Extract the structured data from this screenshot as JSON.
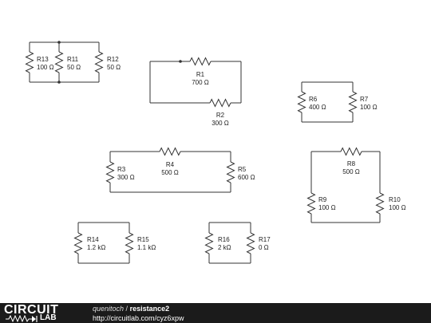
{
  "resistors": [
    {
      "name": "R13",
      "value": "100 Ω"
    },
    {
      "name": "R11",
      "value": "50 Ω"
    },
    {
      "name": "R12",
      "value": "50 Ω"
    },
    {
      "name": "R1",
      "value": "700 Ω"
    },
    {
      "name": "R2",
      "value": "300 Ω"
    },
    {
      "name": "R6",
      "value": "400 Ω"
    },
    {
      "name": "R7",
      "value": "100 Ω"
    },
    {
      "name": "R3",
      "value": "300 Ω"
    },
    {
      "name": "R4",
      "value": "500 Ω"
    },
    {
      "name": "R5",
      "value": "600 Ω"
    },
    {
      "name": "R8",
      "value": "500 Ω"
    },
    {
      "name": "R9",
      "value": "100 Ω"
    },
    {
      "name": "R10",
      "value": "100 Ω"
    },
    {
      "name": "R14",
      "value": "1.2 kΩ"
    },
    {
      "name": "R15",
      "value": "1.1 kΩ"
    },
    {
      "name": "R16",
      "value": "2 kΩ"
    },
    {
      "name": "R17",
      "value": "0 Ω"
    }
  ],
  "footer": {
    "logo_top": "CIRCUIT",
    "logo_bottom": "LAB",
    "author": "quenitoch",
    "separator": " / ",
    "title": "resistance2",
    "url": "http://circuitlab.com/cyz6xpw"
  }
}
